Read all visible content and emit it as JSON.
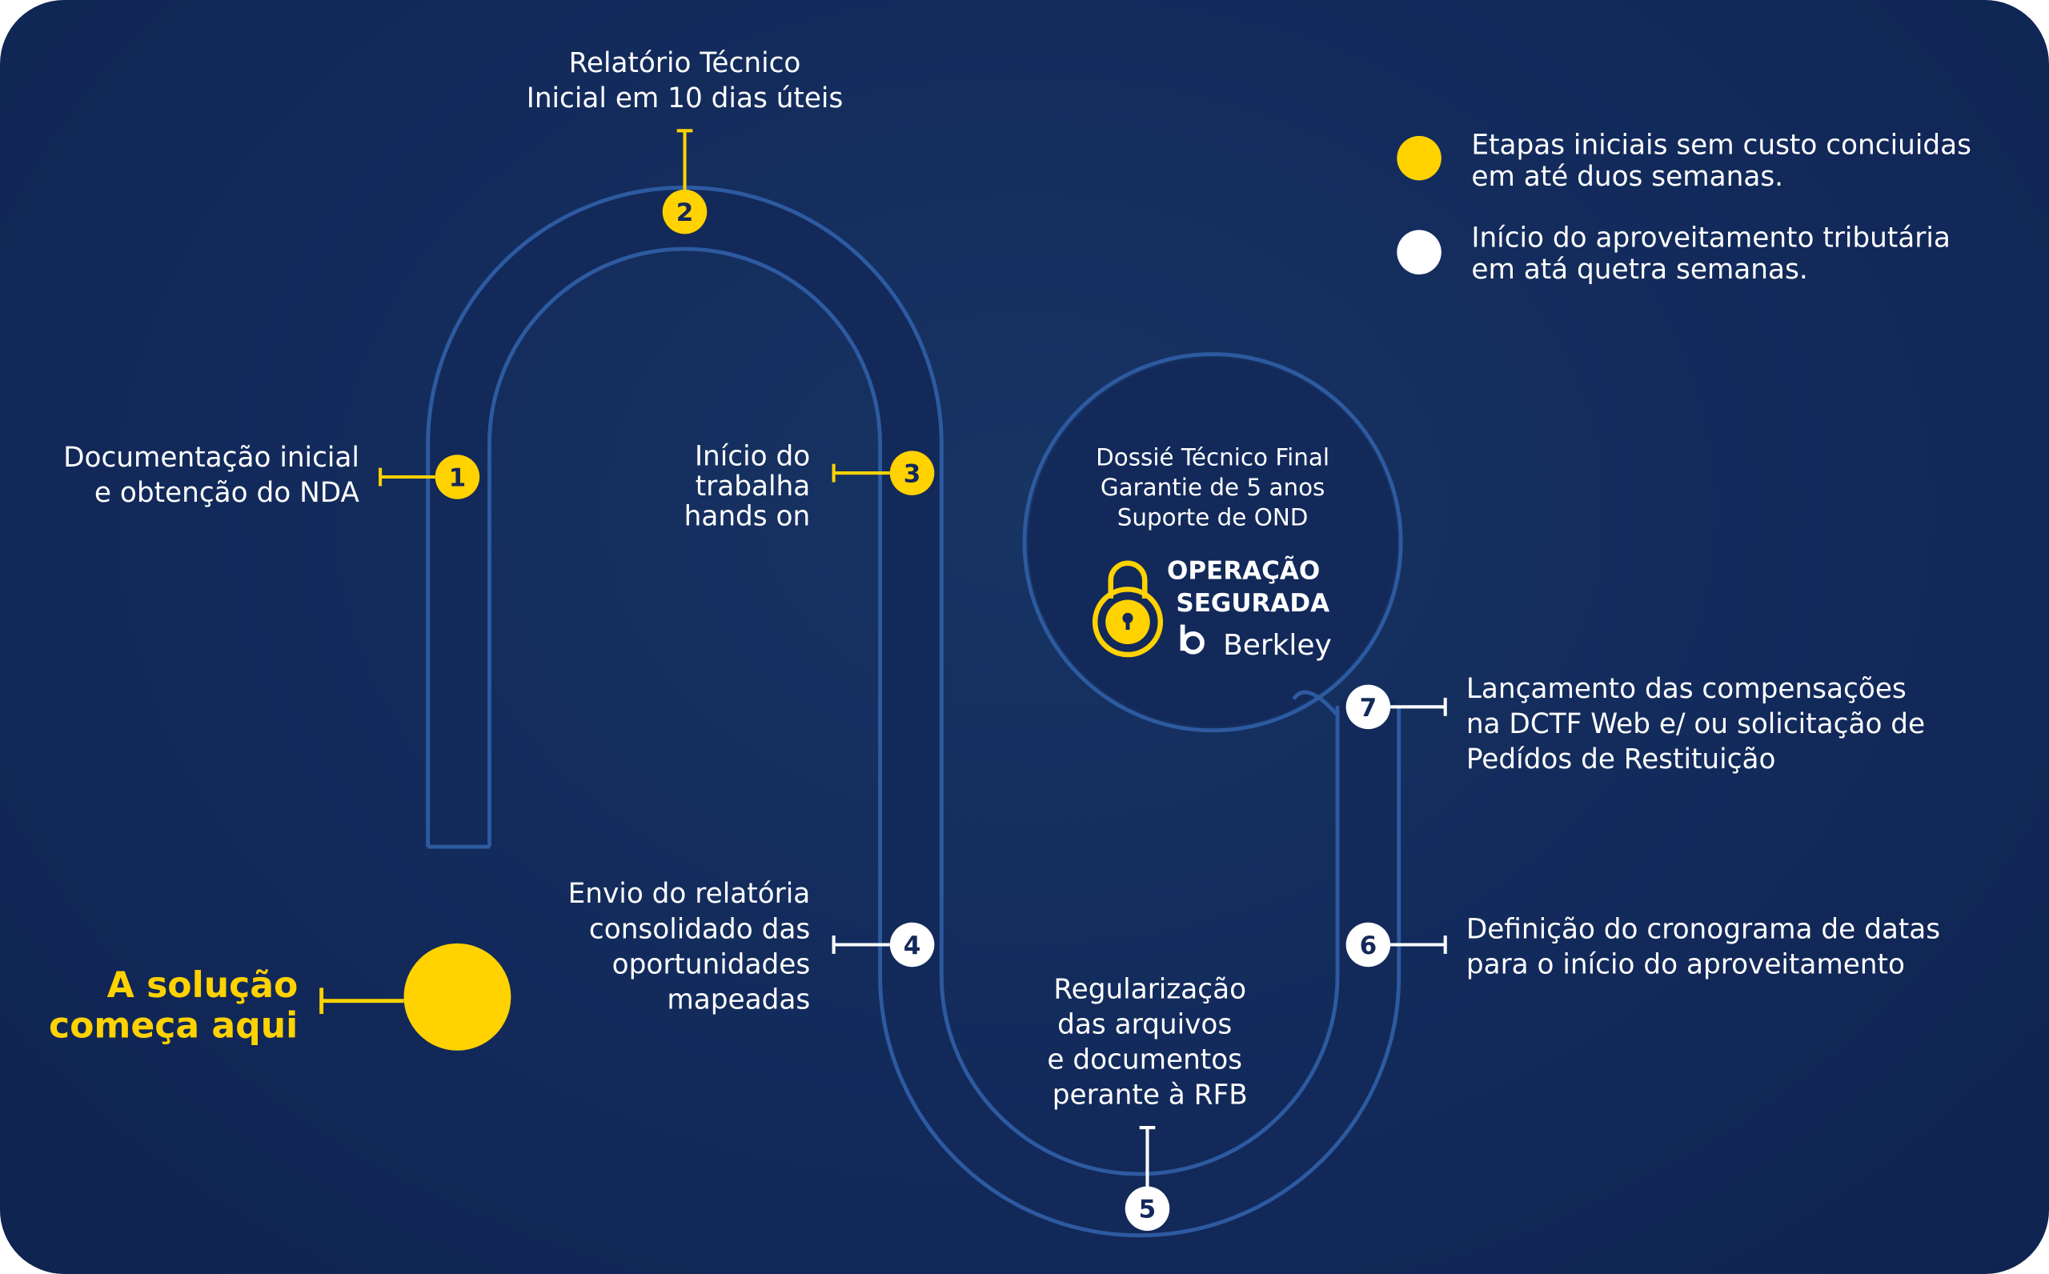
{
  "colors": {
    "background": "#12295a",
    "track": "#2d5aa0",
    "yellow": "#ffd200",
    "white": "#ffffff",
    "marker_text": "#14285a"
  },
  "legend": [
    {
      "color": "yellow",
      "lines": [
        "Etapas iniciais sem custo conciuidas",
        "em até duos semanas."
      ]
    },
    {
      "color": "white",
      "lines": [
        "Início do aproveitamento tributária",
        "em atá quetra semanas."
      ]
    }
  ],
  "start": {
    "lines": [
      "A solução",
      "começa aqui"
    ]
  },
  "steps": [
    {
      "number": "1",
      "color": "yellow",
      "lines": [
        "Documentação inicial",
        "e obtenção do NDA"
      ]
    },
    {
      "number": "2",
      "color": "yellow",
      "lines": [
        "Relatório Técnico",
        "Inicial em 10 dias úteis"
      ]
    },
    {
      "number": "3",
      "color": "yellow",
      "lines": [
        "Início do",
        "trabalha",
        "hands on"
      ]
    },
    {
      "number": "4",
      "color": "white",
      "lines": [
        "Envio do relatória",
        "consolidado das",
        "oportunidades",
        "mapeadas"
      ]
    },
    {
      "number": "5",
      "color": "white",
      "lines": [
        "Regularização",
        "das arquivos",
        "e documentos",
        "perante à RFB"
      ]
    },
    {
      "number": "6",
      "color": "white",
      "lines": [
        "Definição do cronograma de datas",
        "para o início do aproveitamento"
      ]
    },
    {
      "number": "7",
      "color": "white",
      "lines": [
        "Lançamento das compensações",
        "na DCTF Web e/ ou solicitação de",
        "Pedídos de Restituição"
      ]
    }
  ],
  "final": {
    "lines": [
      "Dossié Técnico Final",
      "Garantie de 5 anos",
      "Suporte de OND"
    ],
    "badge": [
      "OPERAÇÃO",
      "SEGURADA"
    ],
    "brand": "Berkley"
  }
}
